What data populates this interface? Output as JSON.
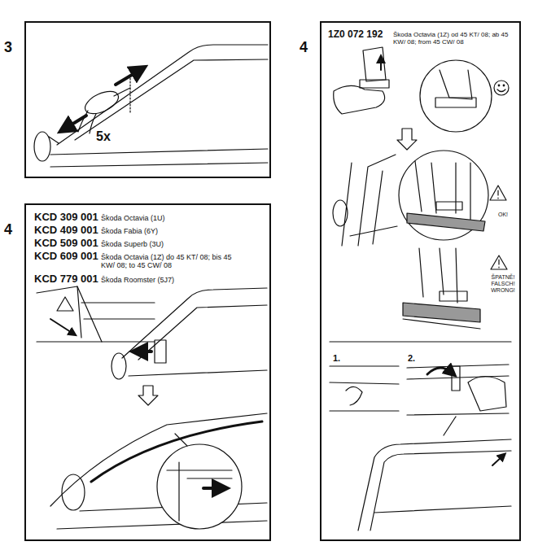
{
  "diagram": {
    "nodes": [
      {
        "text": [
          "3",
          "5x"
        ]
      },
      {
        "text": [
          "4",
          "KCD 309 001",
          "Škoda Octavia (1U)",
          "KCD 409 001",
          "Škoda Fabia (6Y)",
          "KCD 509 001",
          "Škoda Superb (3U)",
          "KCD 609 001",
          "Škoda Octavia (1Z) do 45 KT/ 08; bis 45 KW/ 08; to 45 CW/ 08",
          "KCD 779 001",
          "Škoda Roomster (5J7)"
        ]
      },
      {
        "text": [
          "4",
          "1Z0 072 192",
          "Škoda Octavia (1Z) od 45 KT/ 08; ab 45 KW/ 08; from 45 CW/ 08",
          "OK!",
          "ŠPATNĚ! FALSCH! WRONG!",
          "1.",
          "2."
        ]
      }
    ]
  }
}
